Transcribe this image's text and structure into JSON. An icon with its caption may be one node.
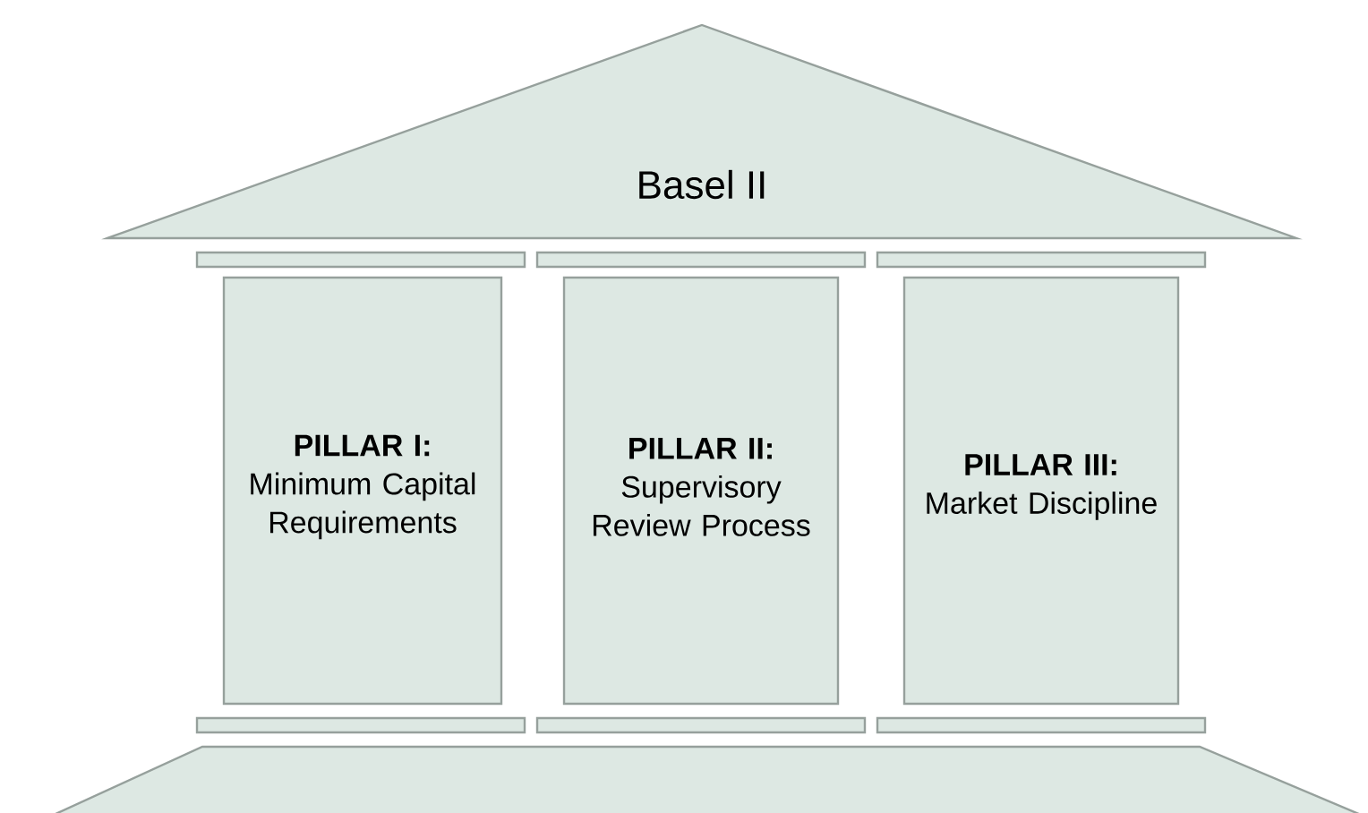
{
  "diagram": {
    "nodes": [
      {
        "text": [
          "Basel II"
        ]
      },
      {
        "text": [
          "PILLAR I:",
          "Minimum Capital Requirements"
        ]
      },
      {
        "text": [
          "PILLAR II:",
          "Supervisory Review Process"
        ]
      },
      {
        "text": [
          "PILLAR III:",
          "Market Discipline"
        ]
      }
    ]
  }
}
